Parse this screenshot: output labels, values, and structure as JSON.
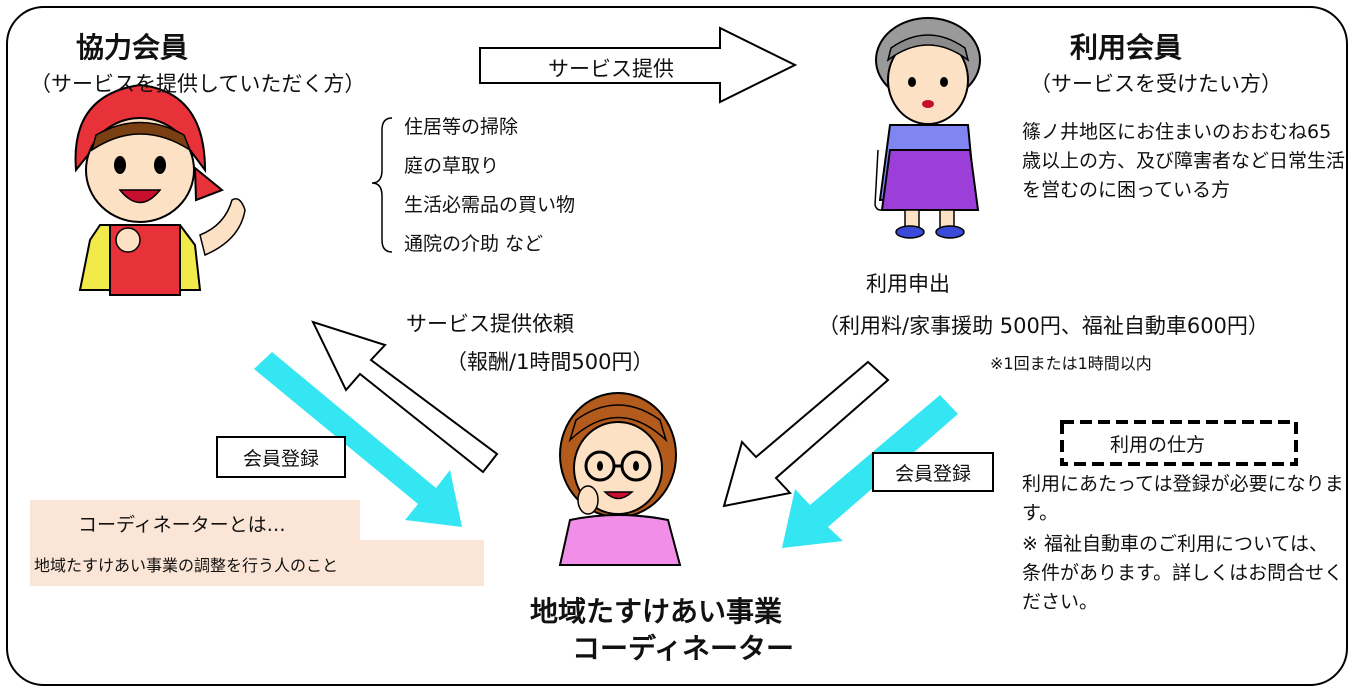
{
  "providers": {
    "title": "協力会員",
    "subtitle": "（サービスを提供していただく方）"
  },
  "users": {
    "title": "利用会員",
    "subtitle": "（サービスを受けたい方）",
    "description": "篠ノ井地区にお住まいのおおむね65歳以上の方、及び障害者など日常生活を営むのに困っている方"
  },
  "arrow_service": {
    "label": "サービス提供"
  },
  "services": [
    "住居等の掃除",
    "庭の草取り",
    "生活必需品の買い物",
    "通院の介助  など"
  ],
  "request_to_provider": {
    "label": "サービス提供依頼",
    "fee": "（報酬/1時間500円）"
  },
  "usage_application": {
    "label": "利用申出",
    "fee": "（利用料/家事援助  500円、福祉自動車600円）",
    "note": "※1回または1時間以内"
  },
  "registration_left": {
    "label": "会員登録"
  },
  "registration_right": {
    "label": "会員登録"
  },
  "coordinator_def": {
    "title": "コーディネーターとは…",
    "text": "地域たすけあい事業の調整を行う人のこと"
  },
  "howto": {
    "title": "利用の仕方",
    "line1": "利用にあたっては登録が必要になります。",
    "line2": "※ 福祉自動車のご利用については、条件があります。詳しくはお問合せください。"
  },
  "coordinator": {
    "line1": "地域たすけあい事業",
    "line2": "コーディネーター"
  },
  "colors": {
    "registration_arrow": "#33e6f2",
    "peach_box": "#fbe5d6",
    "provider_apron": "#e8323a",
    "user_skirt": "#9b3fd8",
    "user_top": "#7f86f2",
    "coordinator_top": "#f08ee8"
  }
}
